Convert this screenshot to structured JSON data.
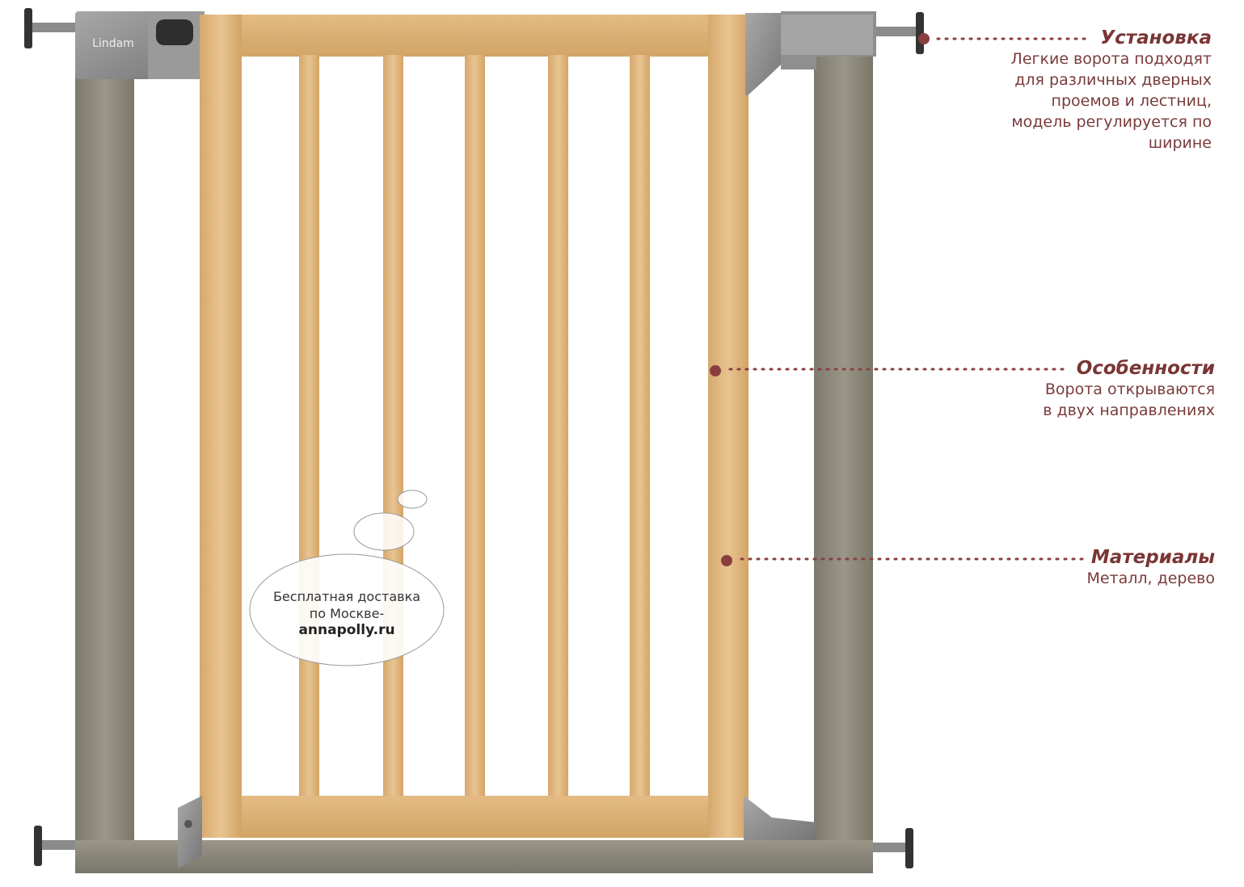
{
  "product": {
    "brand_logo": "Lindam"
  },
  "callouts": [
    {
      "id": "installation",
      "title": "Установка",
      "lines": [
        "Легкие ворота подходят",
        "для различных дверных",
        "проемов и лестниц,",
        "модель регулируется по",
        "ширине"
      ]
    },
    {
      "id": "features",
      "title": "Особенности",
      "lines": [
        "Ворота открываются",
        "в двух направлениях"
      ]
    },
    {
      "id": "materials",
      "title": "Материалы",
      "lines": [
        "Металл, дерево"
      ]
    }
  ],
  "promo": {
    "line1": "Бесплатная доставка",
    "line2": "по Москве-",
    "site": "annapolly.ru"
  },
  "colors": {
    "accent": "#7a3535",
    "metal_frame": "#8e8a7c",
    "wood": "#dcb27a",
    "plastic": "#8c8c8c"
  }
}
